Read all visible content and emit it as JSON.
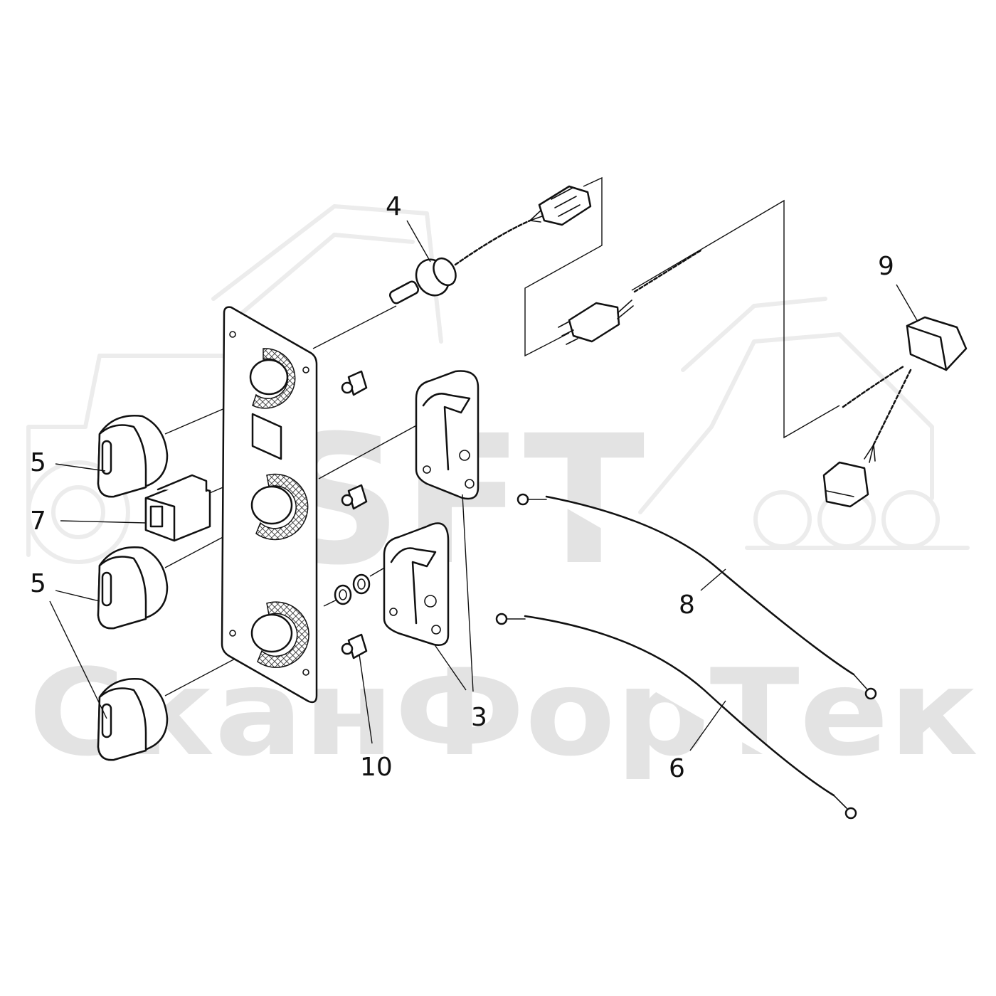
{
  "watermark": {
    "brand": "SFT",
    "company": "СканФорТек"
  },
  "callouts": [
    {
      "id": "4",
      "text": "4"
    },
    {
      "id": "9",
      "text": "9"
    },
    {
      "id": "5a",
      "text": "5"
    },
    {
      "id": "7",
      "text": "7"
    },
    {
      "id": "5b",
      "text": "5"
    },
    {
      "id": "5c",
      "text": "5"
    },
    {
      "id": "8",
      "text": "8"
    },
    {
      "id": "3",
      "text": "3"
    },
    {
      "id": "10",
      "text": "10"
    },
    {
      "id": "6",
      "text": "6"
    }
  ],
  "colors": {
    "line": "#111111",
    "watermark": "#e3e3e3",
    "background": "#ffffff"
  }
}
